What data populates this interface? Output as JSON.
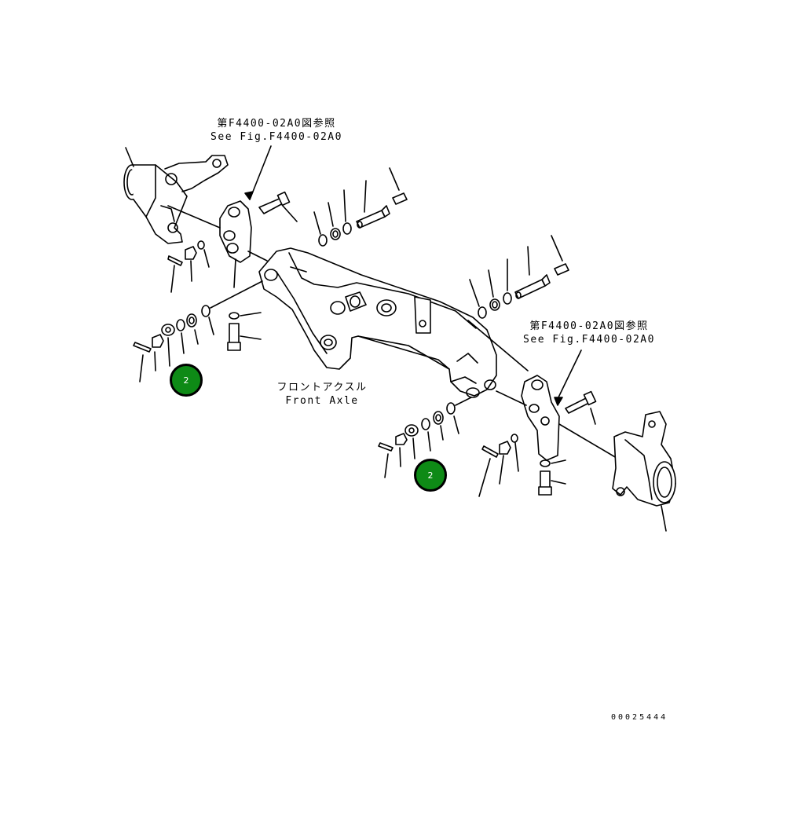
{
  "refs": {
    "top": {
      "ja": "第F4400-02A0図参照",
      "en": "See Fig.F4400-02A0"
    },
    "right": {
      "ja": "第F4400-02A0図参照",
      "en": "See Fig.F4400-02A0"
    }
  },
  "axle": {
    "ja": "フロントアクスル",
    "en": "Front Axle"
  },
  "callouts": [
    {
      "label": "2"
    },
    {
      "label": "2"
    }
  ],
  "document_number": "00025444",
  "colors": {
    "line": "#000000",
    "callout_fill": "#0e8a16"
  }
}
